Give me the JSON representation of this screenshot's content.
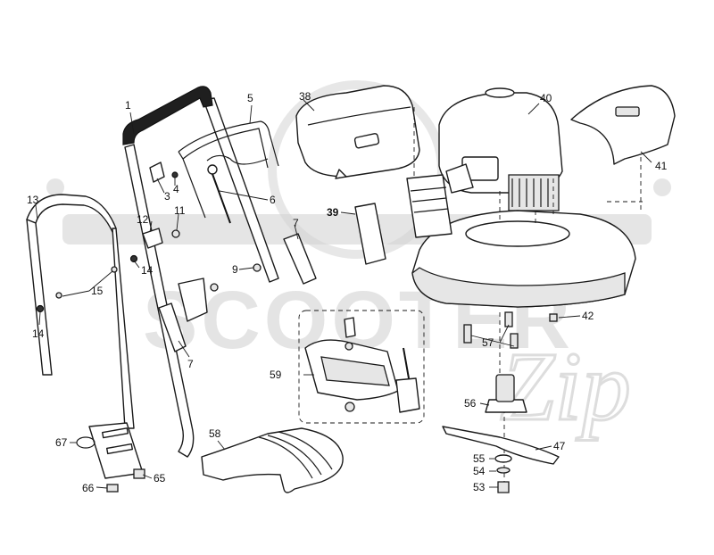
{
  "watermark": {
    "brand": "SCOOTER",
    "script": "Zip"
  },
  "callouts": {
    "c1": "1",
    "c3": "3",
    "c4": "4",
    "c5": "5",
    "c6": "6",
    "c7a": "7",
    "c7b": "7",
    "c9": "9",
    "c11": "11",
    "c12": "12",
    "c13": "13",
    "c14a": "14",
    "c14b": "14",
    "c15": "15",
    "c38": "38",
    "c39": "39",
    "c40": "40",
    "c41": "41",
    "c42": "42",
    "c47": "47",
    "c53": "53",
    "c54": "54",
    "c55": "55",
    "c56": "56",
    "c57": "57",
    "c58": "58",
    "c59": "59",
    "c65": "65",
    "c66": "66",
    "c67": "67"
  }
}
